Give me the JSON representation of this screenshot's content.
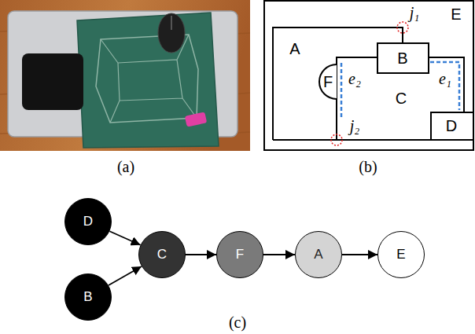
{
  "diagram": {
    "nodes": [
      {
        "text": [
          "D"
        ]
      },
      {
        "text": [
          "B"
        ]
      },
      {
        "text": [
          "C"
        ]
      },
      {
        "text": [
          "F"
        ]
      },
      {
        "text": [
          "A"
        ]
      },
      {
        "text": [
          "E"
        ]
      }
    ],
    "edges": [
      {
        "from": 0,
        "to": 2,
        "arrow": "to"
      },
      {
        "from": 1,
        "to": 2,
        "arrow": "to"
      },
      {
        "from": 2,
        "to": 3,
        "arrow": "to"
      },
      {
        "from": 3,
        "to": 4,
        "arrow": "to"
      },
      {
        "from": 4,
        "to": 5,
        "arrow": "to"
      }
    ],
    "labels": [
      "(a)",
      "A",
      "j₁",
      "B",
      "E",
      "F",
      "e₂",
      "C",
      "e₁",
      "j₂",
      "D",
      "(b)",
      "(c)"
    ]
  }
}
